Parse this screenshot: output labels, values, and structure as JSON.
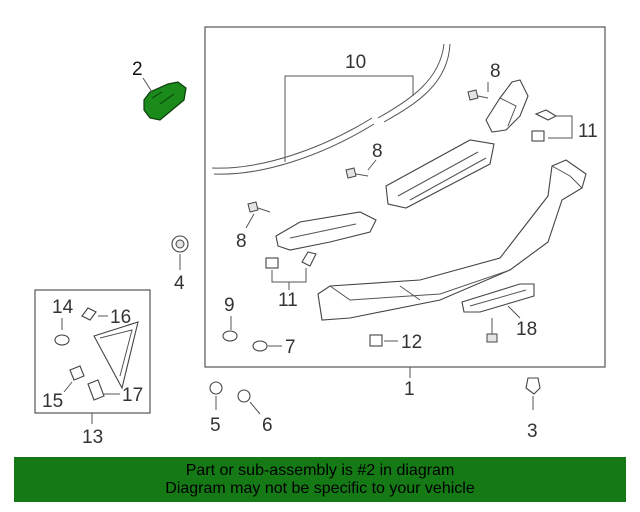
{
  "diagram": {
    "callouts": {
      "c1": "1",
      "c2": "2",
      "c3": "3",
      "c4": "4",
      "c5": "5",
      "c6": "6",
      "c7": "7",
      "c8a": "8",
      "c8b": "8",
      "c8c": "8",
      "c9": "9",
      "c10": "10",
      "c11a": "11",
      "c11b": "11",
      "c12": "12",
      "c13": "13",
      "c14": "14",
      "c15": "15",
      "c16": "16",
      "c17": "17",
      "c18": "18"
    },
    "highlight_color": "#157a15"
  },
  "banner": {
    "line1": "Part or sub-assembly is #2 in diagram",
    "line2": "Diagram may not be specific to your vehicle"
  }
}
